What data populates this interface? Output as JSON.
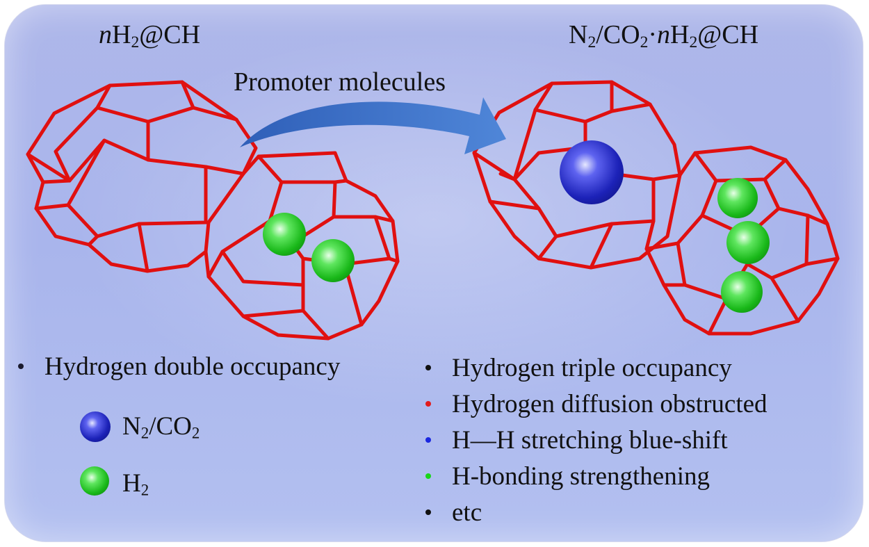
{
  "left_title": {
    "prefix": "n",
    "mid1": "H",
    "sub1": "2",
    "rest": "@CH"
  },
  "right_title": {
    "p1": "N",
    "s1": "2",
    "p2": "/CO",
    "s2": "2",
    "p3": "·",
    "it": "n",
    "p4": "H",
    "s3": "2",
    "p5": "@CH"
  },
  "arrow_label": "Promoter  molecules",
  "left_bullets": [
    {
      "text": "Hydrogen double occupancy",
      "dot_color": "#1a1a2e"
    }
  ],
  "right_bullets": [
    {
      "text": "Hydrogen triple occupancy",
      "dot_color": "#111111"
    },
    {
      "text": "Hydrogen diffusion obstructed",
      "dot_color": "#e21b1b"
    },
    {
      "text": "H—H stretching blue-shift",
      "dot_color": "#1b27e0"
    },
    {
      "text": "H-bonding strengthening",
      "dot_color": "#19d619"
    },
    {
      "text": "etc",
      "dot_color": "#111111"
    }
  ],
  "legend": [
    {
      "name": "n2co2",
      "p1": "N",
      "s1": "2",
      "p2": "/CO",
      "s2": "2",
      "color": "#1c22b8"
    },
    {
      "name": "h2",
      "p1": "H",
      "s1": "2",
      "color": "#19b819"
    }
  ],
  "colors": {
    "cage": "#e01010",
    "arrow": "#3f72c8",
    "background": "#abb6ec"
  }
}
